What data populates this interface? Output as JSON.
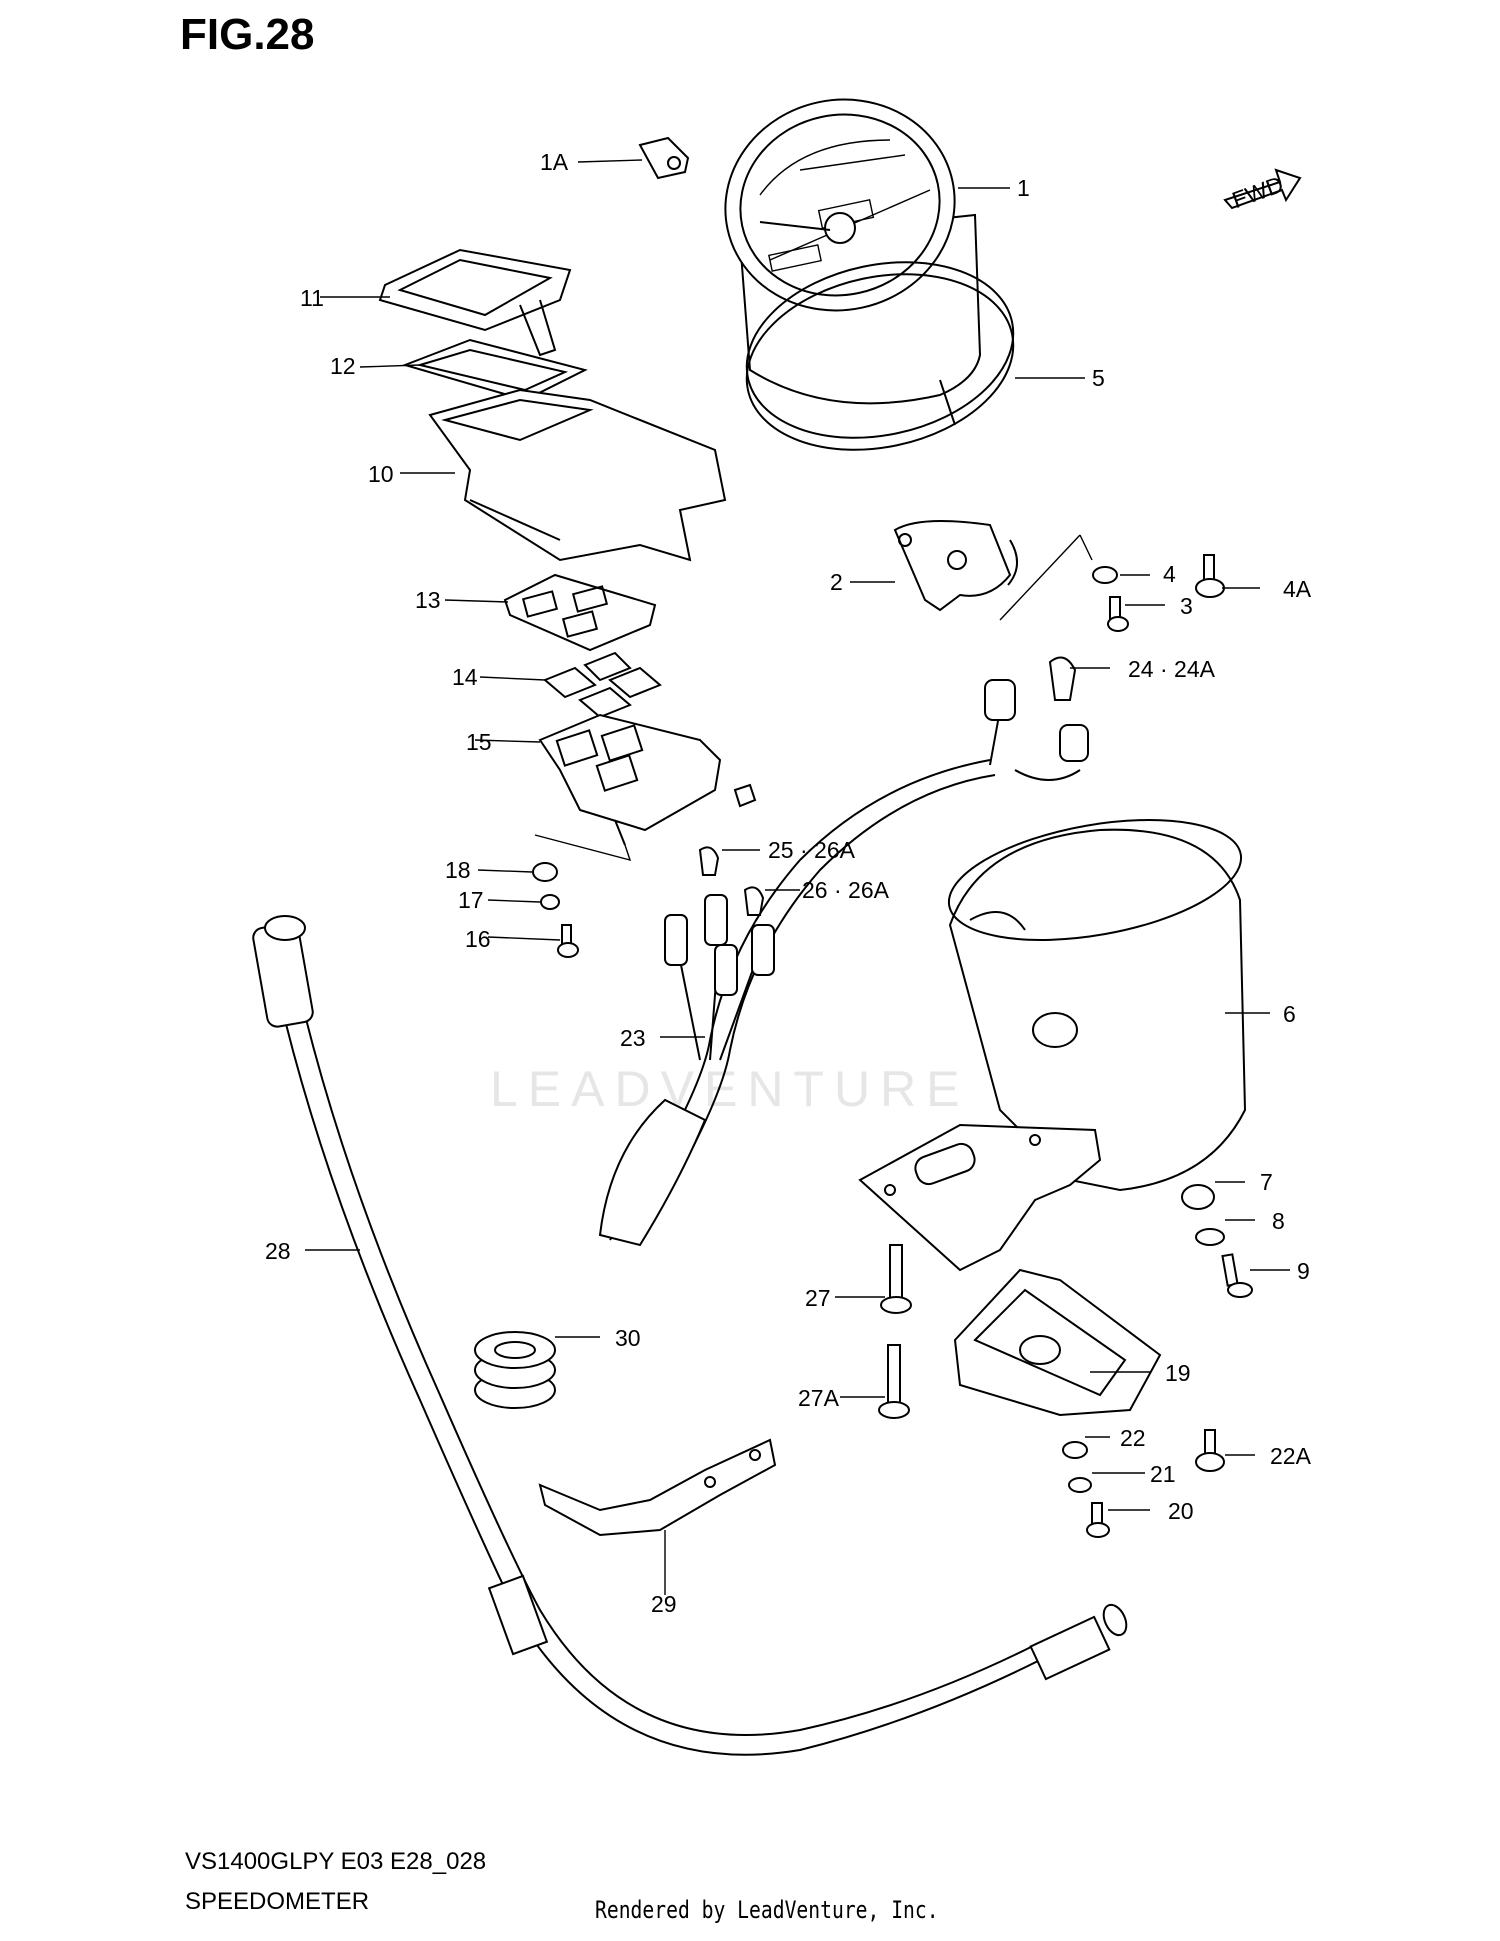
{
  "figure_title": "FIG.28",
  "model_code": "VS1400GLPY E03 E28_028",
  "section_name": "SPEEDOMETER",
  "footer_credit": "Rendered by LeadVenture, Inc.",
  "watermark_text": "LEADVENTURE",
  "fwd_label": "FWD",
  "callouts": {
    "c1": "1",
    "c1A": "1A",
    "c2": "2",
    "c3": "3",
    "c4": "4",
    "c4A": "4A",
    "c5": "5",
    "c6": "6",
    "c7": "7",
    "c8": "8",
    "c9": "9",
    "c10": "10",
    "c11": "11",
    "c12": "12",
    "c13": "13",
    "c14": "14",
    "c15": "15",
    "c16": "16",
    "c17": "17",
    "c18": "18",
    "c19": "19",
    "c20": "20",
    "c21": "21",
    "c22": "22",
    "c22A": "22A",
    "c23": "23",
    "c24": "24 · 24A",
    "c25": "25 · 26A",
    "c26": "26 · 26A",
    "c27": "27",
    "c27A": "27A",
    "c28": "28",
    "c29": "29",
    "c30": "30"
  }
}
